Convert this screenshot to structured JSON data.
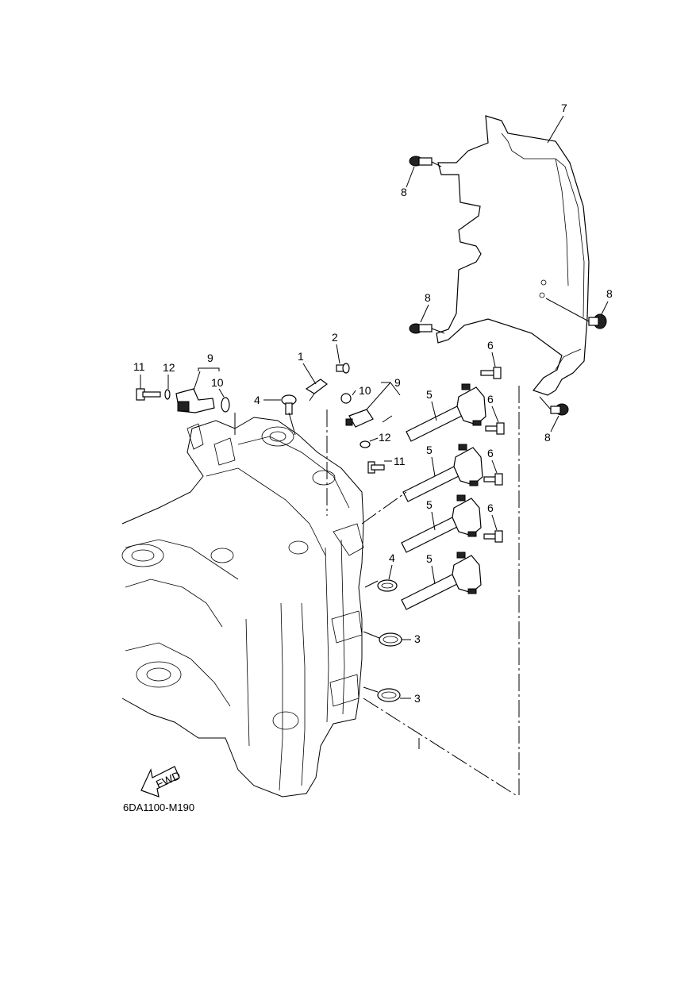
{
  "diagram": {
    "figure_code": "6DA1100-M190",
    "fwd_label": "FWD",
    "callouts": {
      "c1": "1",
      "c2": "2",
      "c3a": "3",
      "c3b": "3",
      "c4a": "4",
      "c4b": "4",
      "c5a": "5",
      "c5b": "5",
      "c5c": "5",
      "c5d": "5",
      "c6a": "6",
      "c6b": "6",
      "c6c": "6",
      "c6d": "6",
      "c7": "7",
      "c8a": "8",
      "c8b": "8",
      "c8c": "8",
      "c8d": "8",
      "c9a": "9",
      "c9b": "9",
      "c10a": "10",
      "c10b": "10",
      "c11a": "11",
      "c11b": "11",
      "c12a": "12",
      "c12b": "12"
    }
  }
}
